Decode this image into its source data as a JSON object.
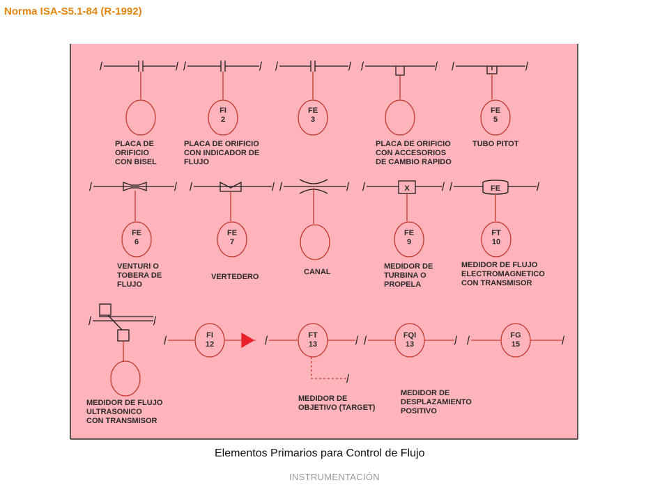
{
  "header": {
    "title": "Norma ISA-S5.1-84 (R-1992)"
  },
  "footer": {
    "text": "INSTRUMENTACIÓN"
  },
  "diagram": {
    "caption": "Elementos Primarios para Control de Flujo",
    "row1": {
      "placa_bisel": {
        "label": [
          "PLACA DE",
          "ORIFICIO",
          "CON BISEL"
        ]
      },
      "placa_indicador": {
        "tag": [
          "FI",
          "2"
        ],
        "label": [
          "PLACA DE ORIFICIO",
          "CON INDICADOR DE",
          "FLUJO"
        ]
      },
      "fe3": {
        "tag": [
          "FE",
          "3"
        ]
      },
      "placa_accesorios": {
        "label": [
          "PLACA DE ORIFICIO",
          "CON ACCESORIOS",
          "DE CAMBIO RAPIDO"
        ]
      },
      "tubo_pitot": {
        "tag": [
          "FE",
          "5"
        ],
        "label": [
          "TUBO PITOT"
        ]
      }
    },
    "row2": {
      "venturi": {
        "tag": [
          "FE",
          "6"
        ],
        "label": [
          "VENTURI O",
          "TOBERA DE",
          "FLUJO"
        ]
      },
      "vertedero": {
        "tag": [
          "FE",
          "7"
        ],
        "label": [
          "VERTEDERO"
        ]
      },
      "canal": {
        "label": [
          "CANAL"
        ]
      },
      "turbina": {
        "tag": [
          "FE",
          "9"
        ],
        "inline": "X",
        "label": [
          "MEDIDOR DE",
          "TURBINA O",
          "PROPELA"
        ]
      },
      "electromagnetico": {
        "tag": [
          "FT",
          "10"
        ],
        "inline": "FE",
        "label": [
          "MEDIDOR DE FLUJO",
          "ELECTROMAGNETICO",
          "CON TRANSMISOR"
        ]
      }
    },
    "row3": {
      "ultrasonico": {
        "label": [
          "MEDIDOR DE FLUJO",
          "ULTRASONICO",
          "CON TRANSMISOR"
        ]
      },
      "fi12": {
        "tag": [
          "FI",
          "12"
        ]
      },
      "target": {
        "tag": [
          "FT",
          "13"
        ],
        "label": [
          "MEDIDOR DE",
          "OBJETIVO (TARGET)"
        ]
      },
      "desplazamiento": {
        "tag": [
          "FQI",
          "13"
        ],
        "label": [
          "MEDIDOR DE",
          "DESPLAZAMIENTO",
          "POSITIVO"
        ]
      },
      "fg15": {
        "tag": [
          "FG",
          "15"
        ]
      }
    }
  }
}
